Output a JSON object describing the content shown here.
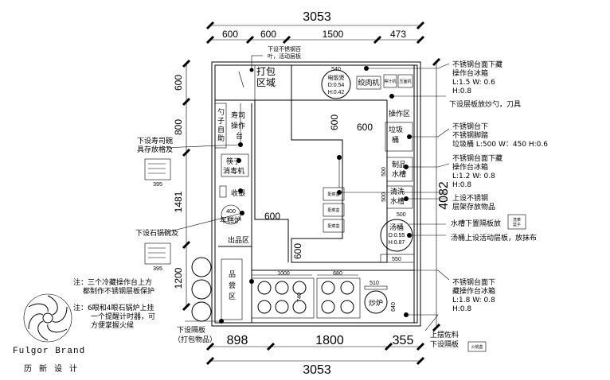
{
  "dims": {
    "top_total": "3053",
    "top_segments": [
      "600",
      "600",
      "1500",
      "473"
    ],
    "bottom_total": "3053",
    "bottom_segments": [
      "898",
      "1800",
      "355"
    ],
    "left_segments": [
      "600",
      "800",
      "1481",
      "1200"
    ],
    "right_total": "4082",
    "inner_600_a": "600",
    "inner_600_b": "600",
    "inner_600_c": "600",
    "inner_600_d": "600"
  },
  "rooms": {
    "pack_area": "打包\n区域",
    "sushi_station": "寿司\n操作\n台",
    "spoon_self": "勺子\n自助",
    "chopstick_sterilizer": "筷子\n消毒机",
    "cashier": "收银",
    "rice_cake_oven": "年糕炉",
    "pickup_area": "出品区",
    "tasting_area": "品\n尝\n区",
    "operation_area": "操作区",
    "trash_bin": "垃圾\n桶",
    "product_sink": "制品\n水槽",
    "wash_sink": "清洗\n水槽",
    "soup_bucket": "汤桶",
    "stir_fry": "炒炉",
    "meat_grinder": "绞肉机"
  },
  "small_labels": {
    "rice_cooker": "电饭煲",
    "rice_cooker_d": "D:0.54",
    "rice_cooker_h": "H:0.42",
    "rice_cooker_w": "540",
    "soup_d": "D:0.55",
    "soup_h": "H:0.87",
    "soup_w": "550",
    "sink_500a": "500",
    "sink_500b": "500",
    "oven_400": "400",
    "shelf_1000": "1000",
    "shelf_680": "680",
    "shelf_740": "740",
    "shelf_510": "510",
    "shelf_640": "640",
    "box_395a": "395",
    "box_395b": "395",
    "sauce_box": "配菜盒",
    "juicer": "榨汁机",
    "noodle": "压面机",
    "top_note": "下设不锈钢百\n叶，活动层板",
    "wash_cup": "洗菜\n篮子",
    "fire_box": "火锅盒"
  },
  "notes_right": {
    "n1": "不锈钢台面下藏\n操作台冰箱\nL:1.5 W: 0.6\nH:0.8",
    "n2": "下设层板放炒勺，刀具",
    "n3": "不锈钢台下\n不锈钢脚踏\n垃圾桶 L:500 W: 450 H:0.6",
    "n4": "不锈钢台面下藏\n操作台冰箱\nL:1.2 W: 0.8\nH:0.8",
    "n5": "上设不锈钢\n层架存放物品",
    "n6": "水槽下置隔板放",
    "n7": "汤桶上设活动层板，放抹布",
    "n8": "不锈钢台面下\n藏操作台冰箱\nL:1.8 W: 0.8\nH:0.8",
    "n9": "上摆佐料\n下设隔板"
  },
  "notes_left": {
    "n1": "下设寿司碗\n具存放格及",
    "n2": "下设石锅碗及",
    "n3": "注：三个冷藏操作台上方\n都制作不锈钢层板保护",
    "n4": "注：6眼和4眼石锅炉上挂\n一个提醒计时器，可\n方便掌握火候",
    "n5": "下设隔板\n（打包物品）"
  },
  "brand": {
    "name_en": "Fulgor Brand",
    "name_zh": "历新设计"
  }
}
